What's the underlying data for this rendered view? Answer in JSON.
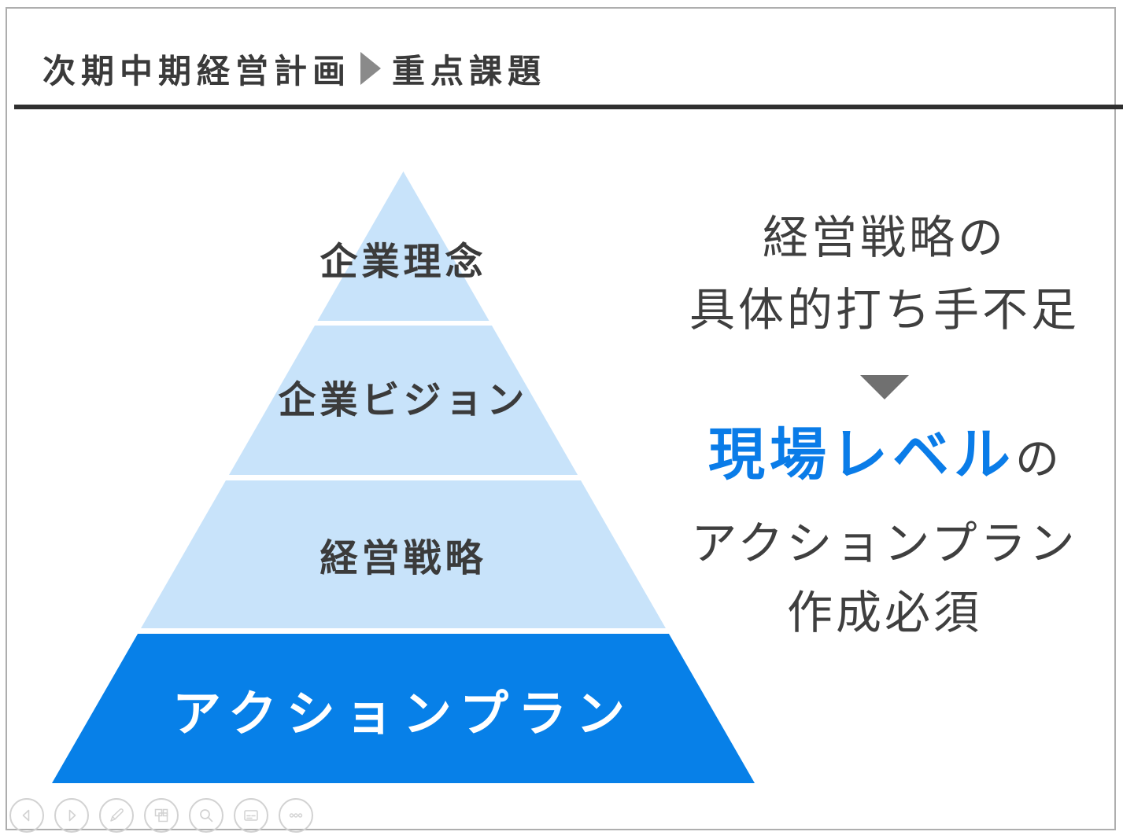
{
  "header": {
    "title_left": "次期中期経営計画",
    "title_right": "重点課題",
    "separator_icon": "right-triangle-icon",
    "separator_color": "#8a8a8a",
    "rule_color": "#2f2f2f"
  },
  "pyramid": {
    "type": "pyramid-diagram",
    "levels": [
      {
        "label": "企業理念",
        "fill": "#c8e3fa",
        "text_color": "#3b3b3b"
      },
      {
        "label": "企業ビジョン",
        "fill": "#c8e3fa",
        "text_color": "#3b3b3b"
      },
      {
        "label": "経営戦略",
        "fill": "#c8e3fa",
        "text_color": "#3b3b3b"
      },
      {
        "label": "アクションプラン",
        "fill": "#0780e8",
        "text_color": "#ffffff"
      }
    ]
  },
  "callout": {
    "problem_lines": [
      "経営戦略の",
      "具体的打ち手不足"
    ],
    "arrow_icon": "down-triangle-icon",
    "arrow_color": "#707070",
    "highlight_text": "現場レベル",
    "highlight_suffix": "の",
    "highlight_color": "#0a7ce8",
    "result_lines": [
      "アクションプラン",
      "作成必須"
    ],
    "text_color": "#3f3f3f"
  },
  "presenter_toolbar": {
    "stroke_color": "#d2d2d2",
    "buttons": [
      {
        "name": "previous-slide",
        "icon": "triangle-left-icon"
      },
      {
        "name": "next-slide",
        "icon": "triangle-right-icon"
      },
      {
        "name": "pen-tool",
        "icon": "pen-icon"
      },
      {
        "name": "see-all-slides",
        "icon": "slides-grid-icon"
      },
      {
        "name": "zoom-slide",
        "icon": "magnifier-icon"
      },
      {
        "name": "captions",
        "icon": "captions-icon"
      },
      {
        "name": "more-options",
        "icon": "ellipsis-icon"
      }
    ]
  }
}
